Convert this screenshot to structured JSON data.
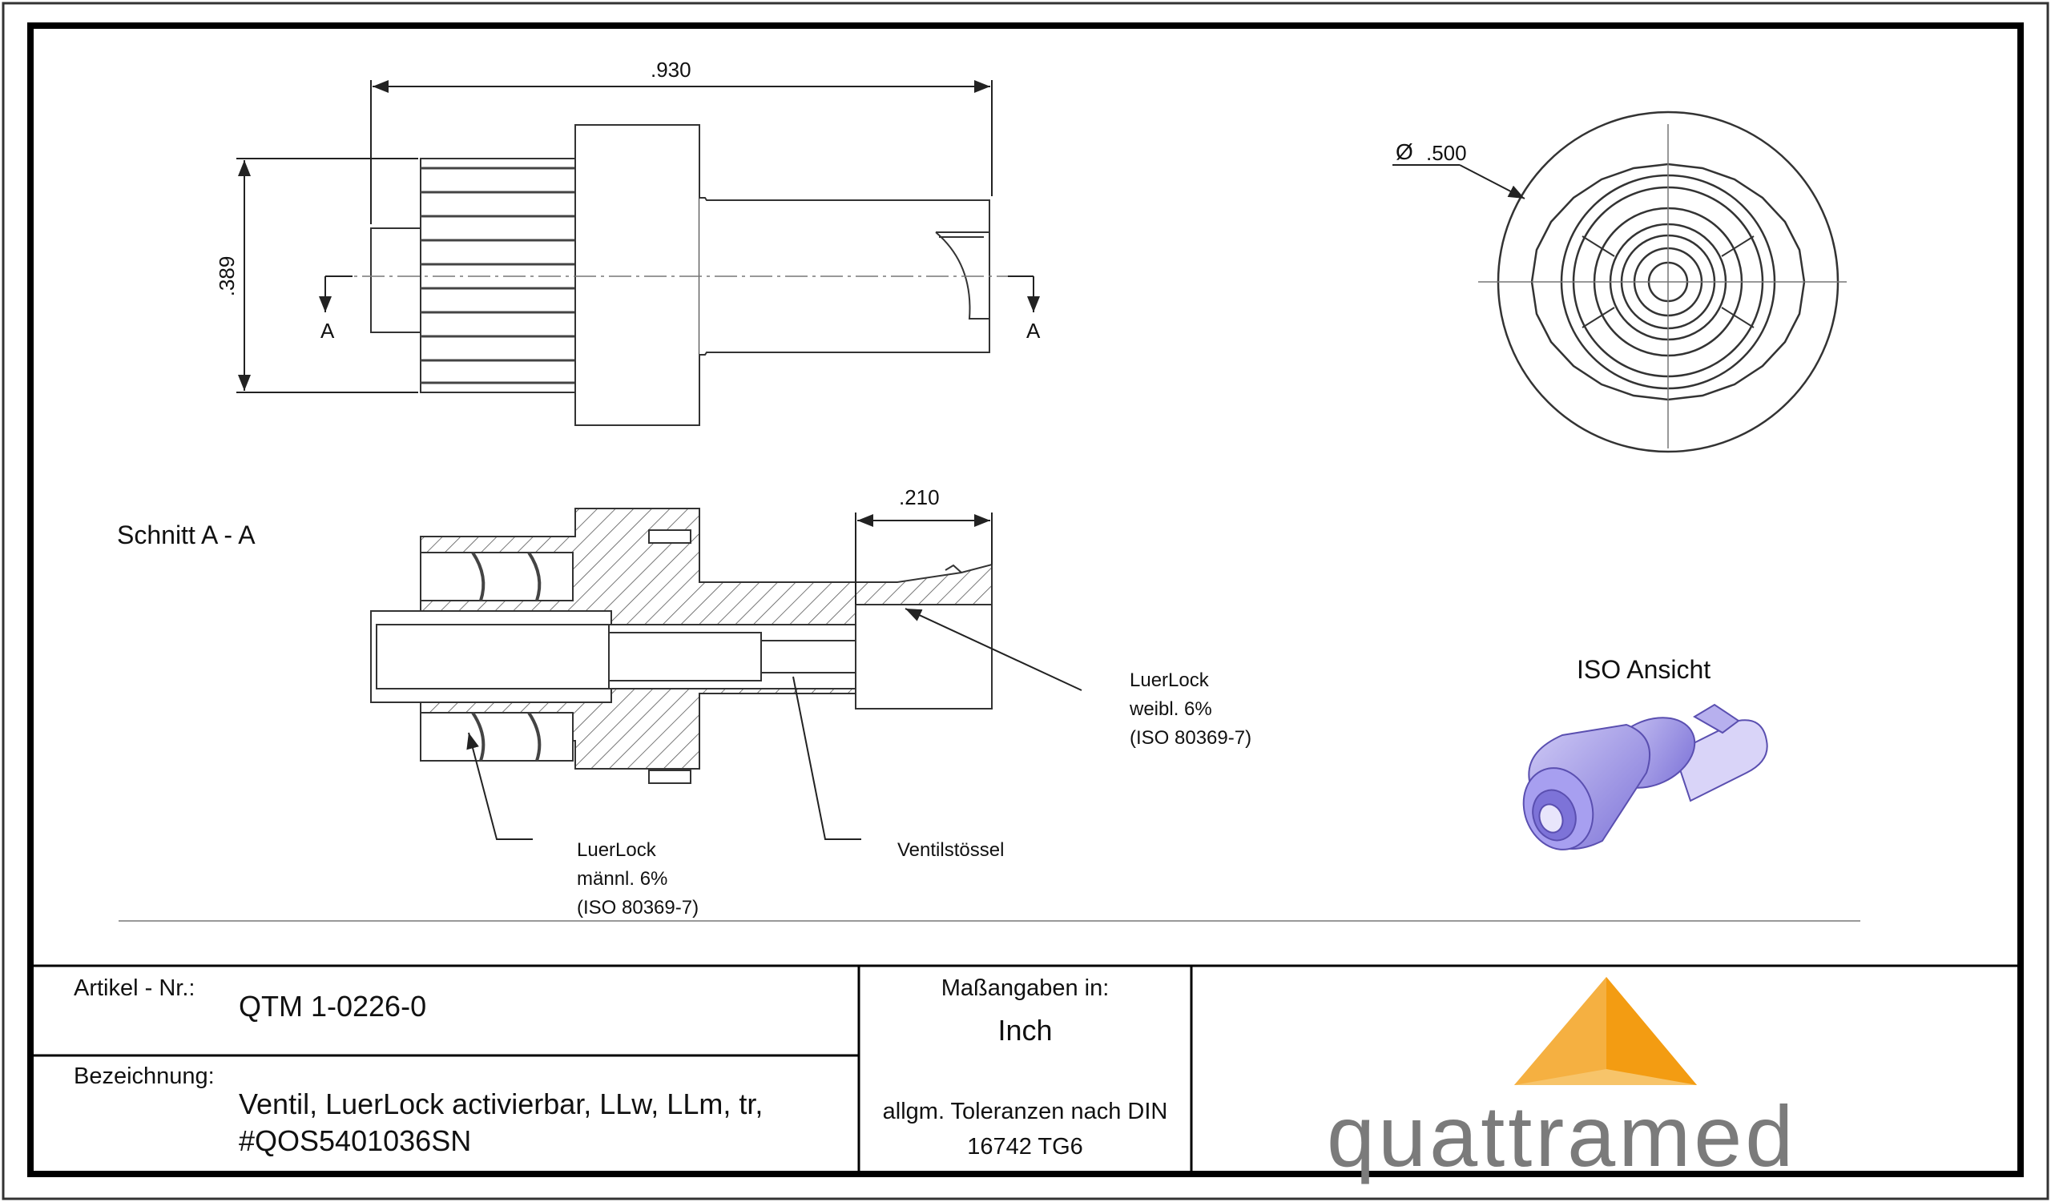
{
  "drawing": {
    "dim_length": ".930",
    "dim_height": ".389",
    "dim_diameter": ".500",
    "diameter_symbol": "Ø",
    "dim_tip": ".210",
    "section_marker": "A",
    "section_title": "Schnitt A - A",
    "iso_view_title": "ISO Ansicht",
    "callout_female": [
      "LuerLock",
      "weibl. 6%",
      "(ISO 80369-7)"
    ],
    "callout_male": [
      "LuerLock",
      "männl. 6%",
      "(ISO 80369-7)"
    ],
    "callout_plunger": "Ventilstössel"
  },
  "title_block": {
    "article_label": "Artikel - Nr.:",
    "article_value": "QTM 1-0226-0",
    "description_label": "Bezeichnung:",
    "description_value": [
      "Ventil, LuerLock activierbar, LLw, LLm, tr,",
      "#QOS5401036SN"
    ],
    "units_label": "Maßangaben in:",
    "units_value": "Inch",
    "tolerance_text": [
      "allgm. Toleranzen nach DIN",
      "16742 TG6"
    ],
    "logo_text": "quattramed"
  },
  "colors": {
    "logo_orange": "#f39c12",
    "logo_light": "#f7c46a",
    "iso_part": "#8f86e0"
  }
}
